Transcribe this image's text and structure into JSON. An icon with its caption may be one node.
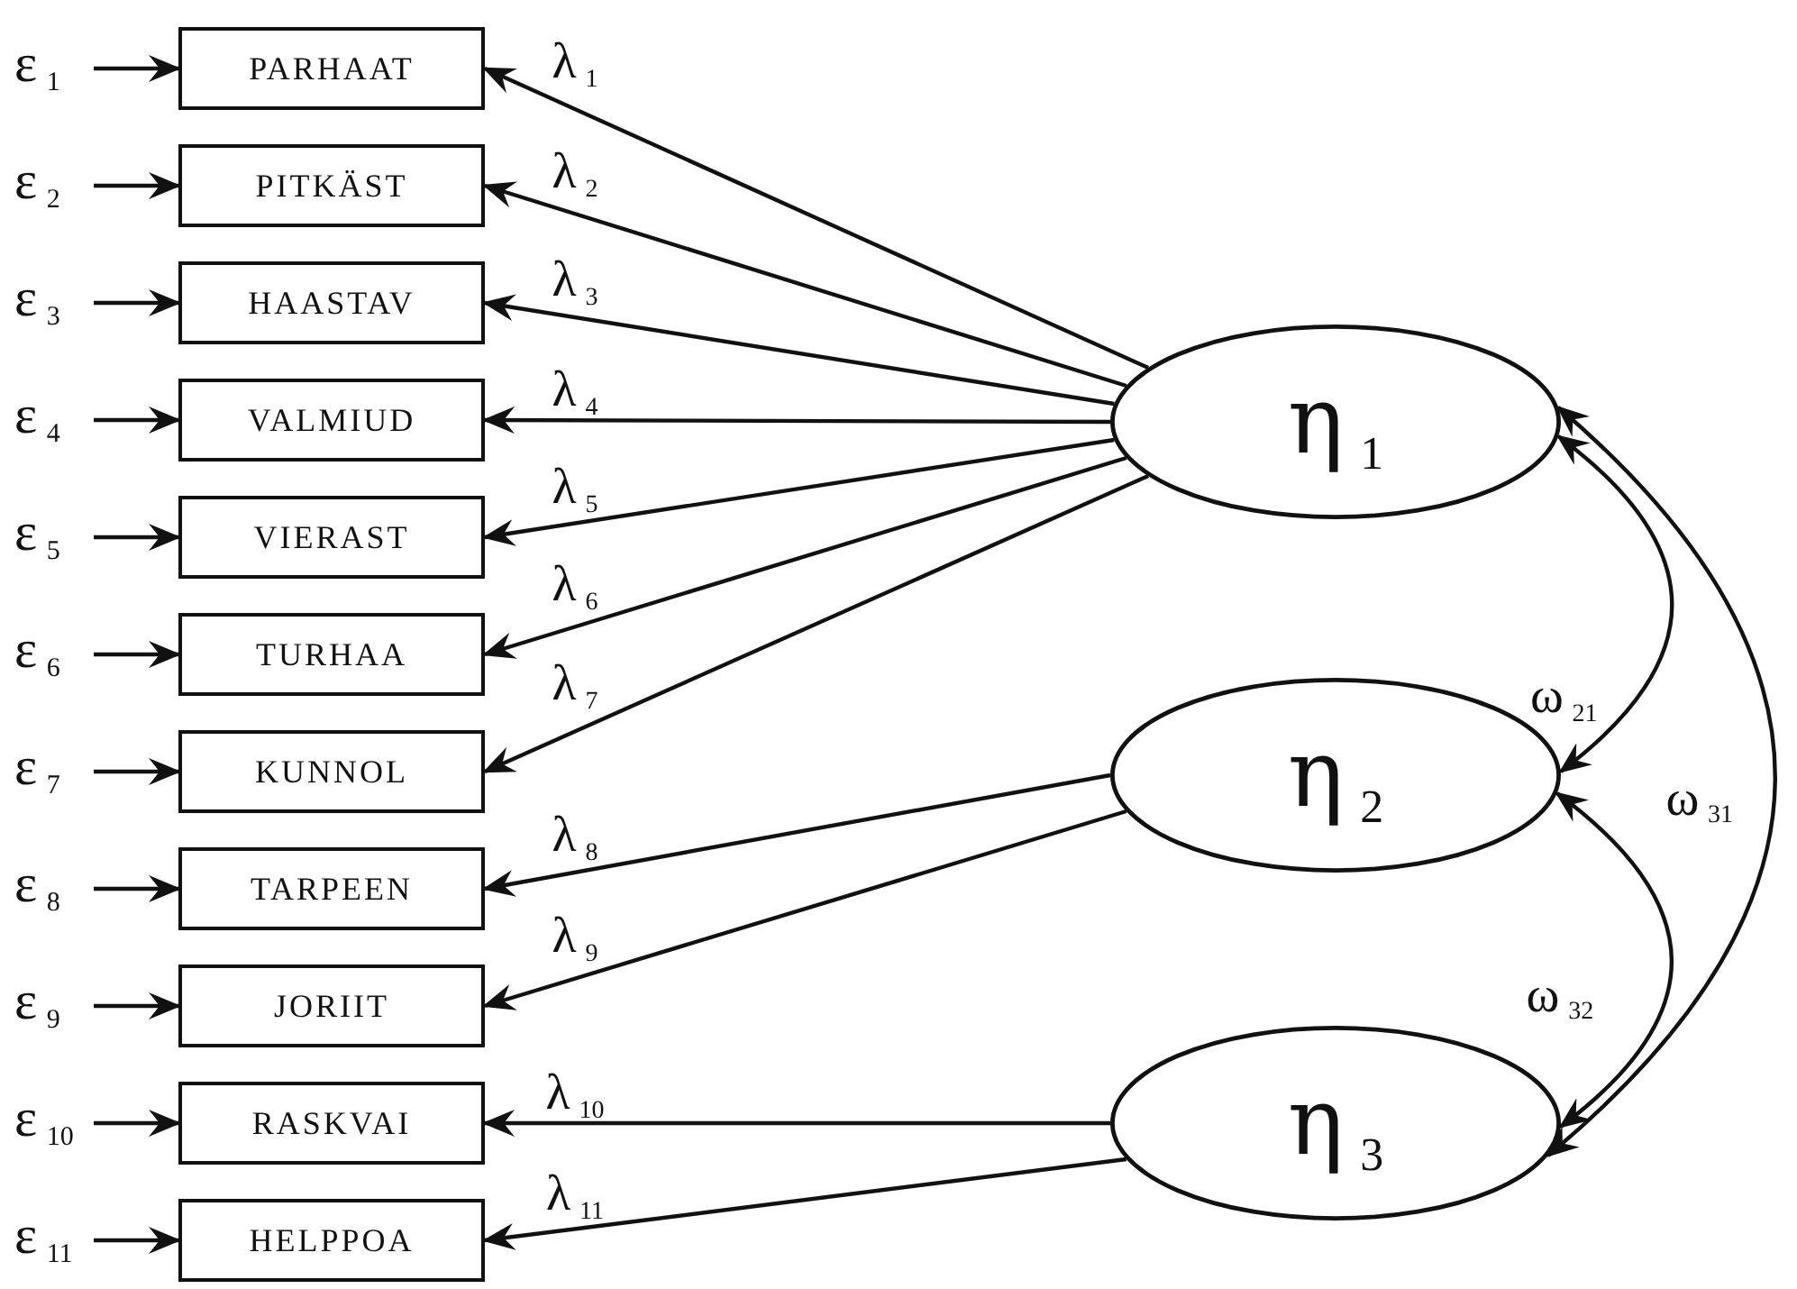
{
  "diagram": {
    "nodes": [
      {
        "text": [
          "ε$_{1}$"
        ]
      },
      {
        "text": [
          "PARHAAT"
        ]
      },
      {
        "text": [
          "ε$_{2}$"
        ]
      },
      {
        "text": [
          "PITKÄST"
        ]
      },
      {
        "text": [
          "ε$_{3}$"
        ]
      },
      {
        "text": [
          "HAASTAV"
        ]
      },
      {
        "text": [
          "ε$_{4}$"
        ]
      },
      {
        "text": [
          "VALMIUD"
        ]
      },
      {
        "text": [
          "ε$_{5}$"
        ]
      },
      {
        "text": [
          "VIERAST"
        ]
      },
      {
        "text": [
          "ε$_{6}$"
        ]
      },
      {
        "text": [
          "TURHAA"
        ]
      },
      {
        "text": [
          "ε$_{7}$"
        ]
      },
      {
        "text": [
          "KUNNOL"
        ]
      },
      {
        "text": [
          "ε$_{8}$"
        ]
      },
      {
        "text": [
          "TARPEEN"
        ]
      },
      {
        "text": [
          "ε$_{9}$"
        ]
      },
      {
        "text": [
          "JORIIT"
        ]
      },
      {
        "text": [
          "ε$_{10}$"
        ]
      },
      {
        "text": [
          "RASKVAI"
        ]
      },
      {
        "text": [
          "ε$_{11}$"
        ]
      },
      {
        "text": [
          "HELPPOA"
        ]
      },
      {
        "text": [
          "η$_{1}$"
        ]
      },
      {
        "text": [
          "η$_{2}$"
        ]
      },
      {
        "text": [
          "η$_{3}$"
        ]
      }
    ],
    "edges": [
      {
        "from": 0,
        "to": 1,
        "arrow": "to"
      },
      {
        "from": 2,
        "to": 3,
        "arrow": "to"
      },
      {
        "from": 4,
        "to": 5,
        "arrow": "to"
      },
      {
        "from": 6,
        "to": 7,
        "arrow": "to"
      },
      {
        "from": 8,
        "to": 9,
        "arrow": "to"
      },
      {
        "from": 10,
        "to": 11,
        "arrow": "to"
      },
      {
        "from": 12,
        "to": 13,
        "arrow": "to"
      },
      {
        "from": 14,
        "to": 15,
        "arrow": "to"
      },
      {
        "from": 16,
        "to": 17,
        "arrow": "to"
      },
      {
        "from": 18,
        "to": 19,
        "arrow": "to"
      },
      {
        "from": 20,
        "to": 21,
        "arrow": "to"
      },
      {
        "from": 22,
        "to": 1,
        "arrow": "to",
        "label": "λ$_{1}$"
      },
      {
        "from": 22,
        "to": 3,
        "arrow": "to",
        "label": "λ$_{2}$"
      },
      {
        "from": 22,
        "to": 5,
        "arrow": "to",
        "label": "λ$_{3}$"
      },
      {
        "from": 22,
        "to": 7,
        "arrow": "to",
        "label": "λ$_{4}$"
      },
      {
        "from": 22,
        "to": 9,
        "arrow": "to",
        "label": "λ$_{5}$"
      },
      {
        "from": 22,
        "to": 11,
        "arrow": "to",
        "label": "λ$_{6}$"
      },
      {
        "from": 22,
        "to": 13,
        "arrow": "to",
        "label": "λ$_{7}$"
      },
      {
        "from": 23,
        "to": 15,
        "arrow": "to",
        "label": "λ$_{8}$"
      },
      {
        "from": 23,
        "to": 17,
        "arrow": "to",
        "label": "λ$_{9}$"
      },
      {
        "from": 24,
        "to": 19,
        "arrow": "to",
        "label": "λ$_{10}$"
      },
      {
        "from": 24,
        "to": 21,
        "arrow": "to",
        "label": "λ$_{11}$"
      },
      {
        "from": 22,
        "to": 23,
        "arrow": "both",
        "label": "ω$_{21}$"
      },
      {
        "from": 23,
        "to": 24,
        "arrow": "both",
        "label": "ω$_{32}$"
      },
      {
        "from": 22,
        "to": 24,
        "arrow": "both",
        "label": "ω$_{31}$"
      }
    ]
  }
}
